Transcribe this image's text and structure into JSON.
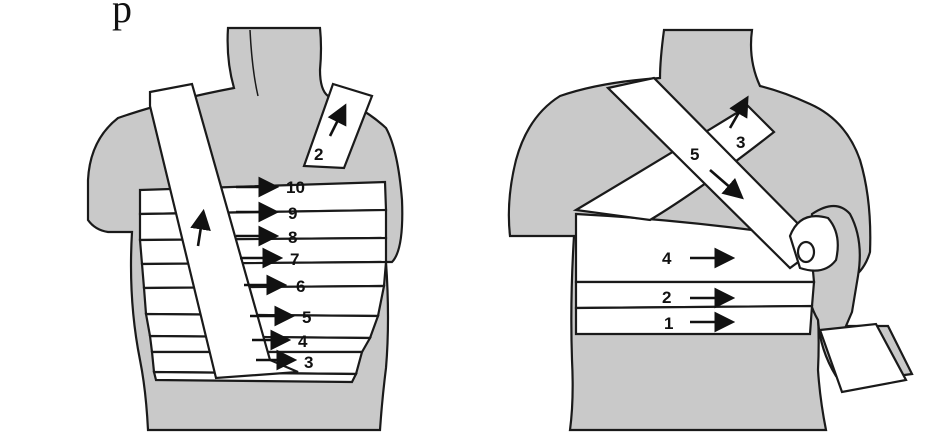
{
  "header": {
    "fragment": "p"
  },
  "left_figure": {
    "labels": [
      "10",
      "9",
      "8",
      "7",
      "6",
      "5",
      "4",
      "3",
      "2"
    ]
  },
  "right_figure": {
    "labels": [
      "1",
      "2",
      "4",
      "5",
      "3"
    ]
  }
}
